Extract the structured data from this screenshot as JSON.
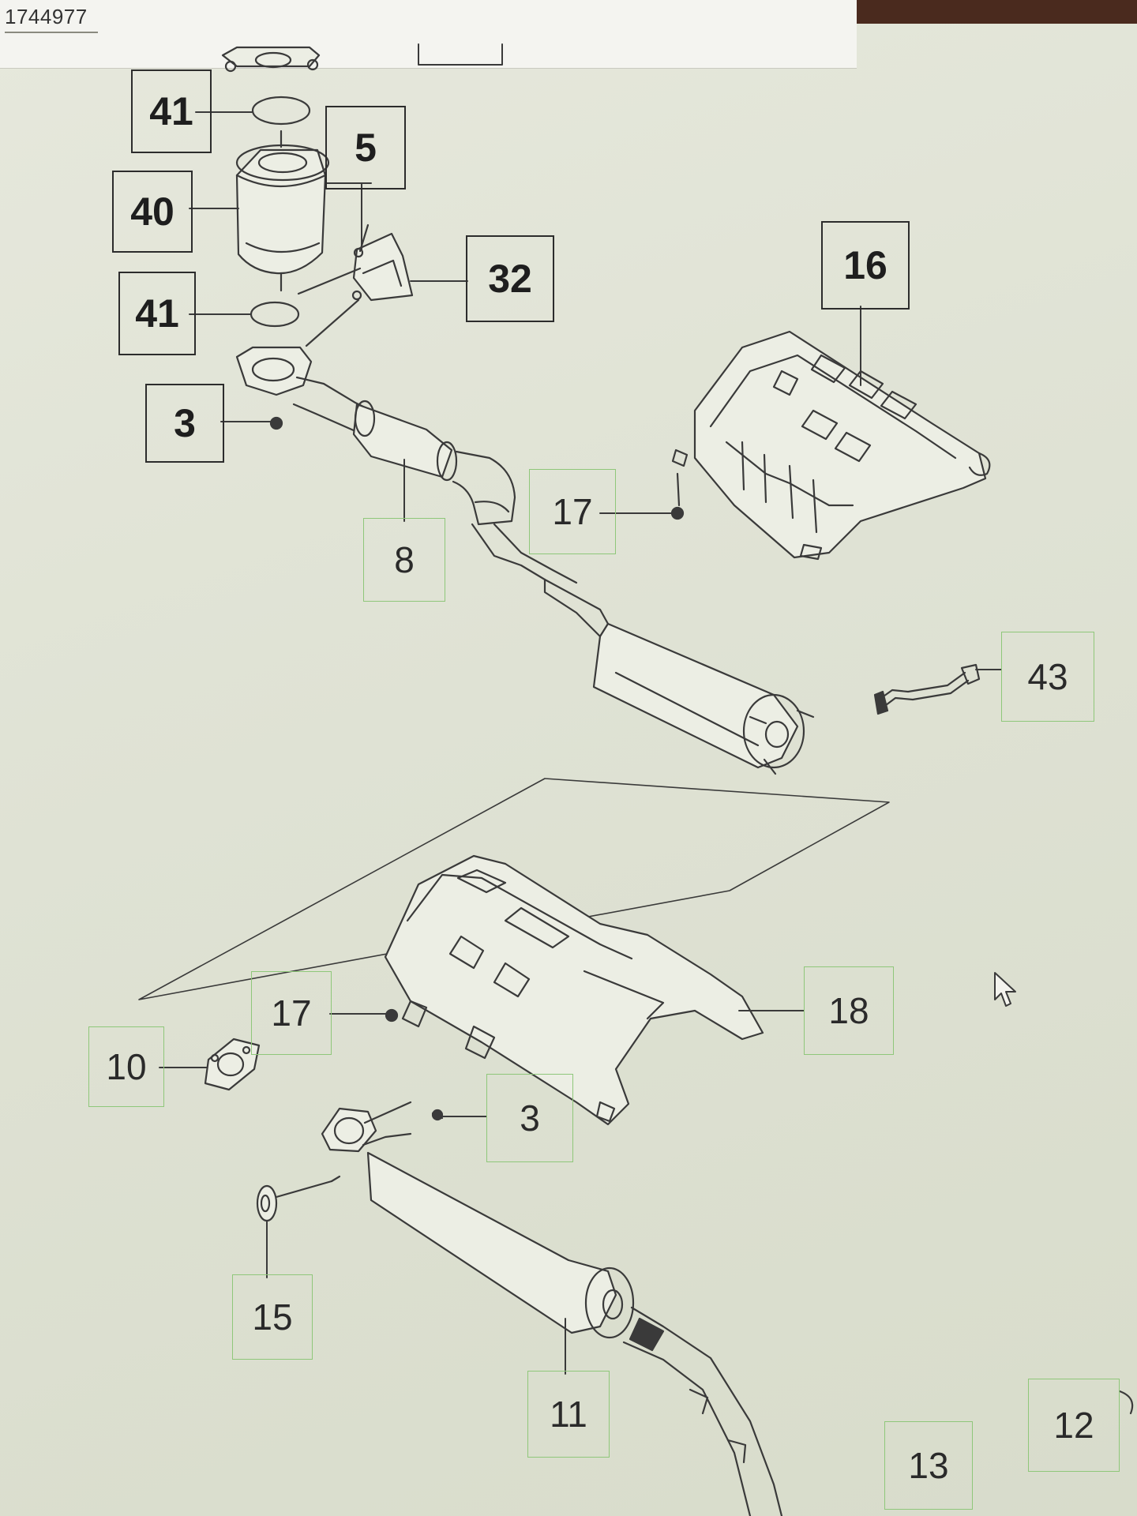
{
  "header": {
    "doc_number": "1744977"
  },
  "callouts": [
    {
      "id": "41a",
      "label": "41",
      "style": "bold"
    },
    {
      "id": "5",
      "label": "5",
      "style": "bold"
    },
    {
      "id": "40",
      "label": "40",
      "style": "bold"
    },
    {
      "id": "32",
      "label": "32",
      "style": "bold"
    },
    {
      "id": "16",
      "label": "16",
      "style": "bold"
    },
    {
      "id": "41b",
      "label": "41",
      "style": "bold"
    },
    {
      "id": "3a",
      "label": "3",
      "style": "bold"
    },
    {
      "id": "8",
      "label": "8",
      "style": "light"
    },
    {
      "id": "17a",
      "label": "17",
      "style": "light"
    },
    {
      "id": "43",
      "label": "43",
      "style": "light"
    },
    {
      "id": "17b",
      "label": "17",
      "style": "light"
    },
    {
      "id": "18",
      "label": "18",
      "style": "light"
    },
    {
      "id": "10",
      "label": "10",
      "style": "light"
    },
    {
      "id": "3b",
      "label": "3",
      "style": "light"
    },
    {
      "id": "15",
      "label": "15",
      "style": "light"
    },
    {
      "id": "11",
      "label": "11",
      "style": "light"
    },
    {
      "id": "13",
      "label": "13",
      "style": "light"
    },
    {
      "id": "12",
      "label": "12",
      "style": "light"
    }
  ],
  "colors": {
    "bold_frame": "#2c2c2c",
    "light_frame": "#8fc77a",
    "line_art": "#3a3a3a"
  }
}
